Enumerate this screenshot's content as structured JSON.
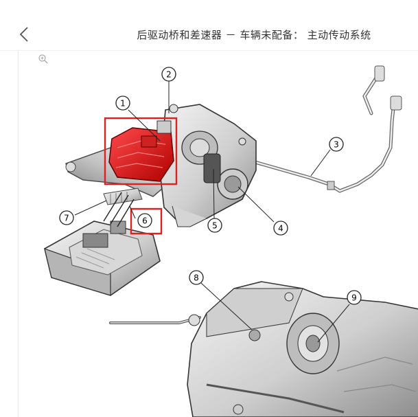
{
  "header": {
    "title": "后驱动桥和差速器 － 车辆未配备： 主动传动系统",
    "back_icon": "chevron-left-icon"
  },
  "toolbar": {
    "zoom_icon": "zoom-in-icon"
  },
  "diagram": {
    "callouts": [
      "1",
      "2",
      "3",
      "4",
      "5",
      "6",
      "7",
      "8",
      "9"
    ],
    "highlight_color": "#e02020",
    "highlighted_items": [
      "1",
      "6"
    ]
  }
}
